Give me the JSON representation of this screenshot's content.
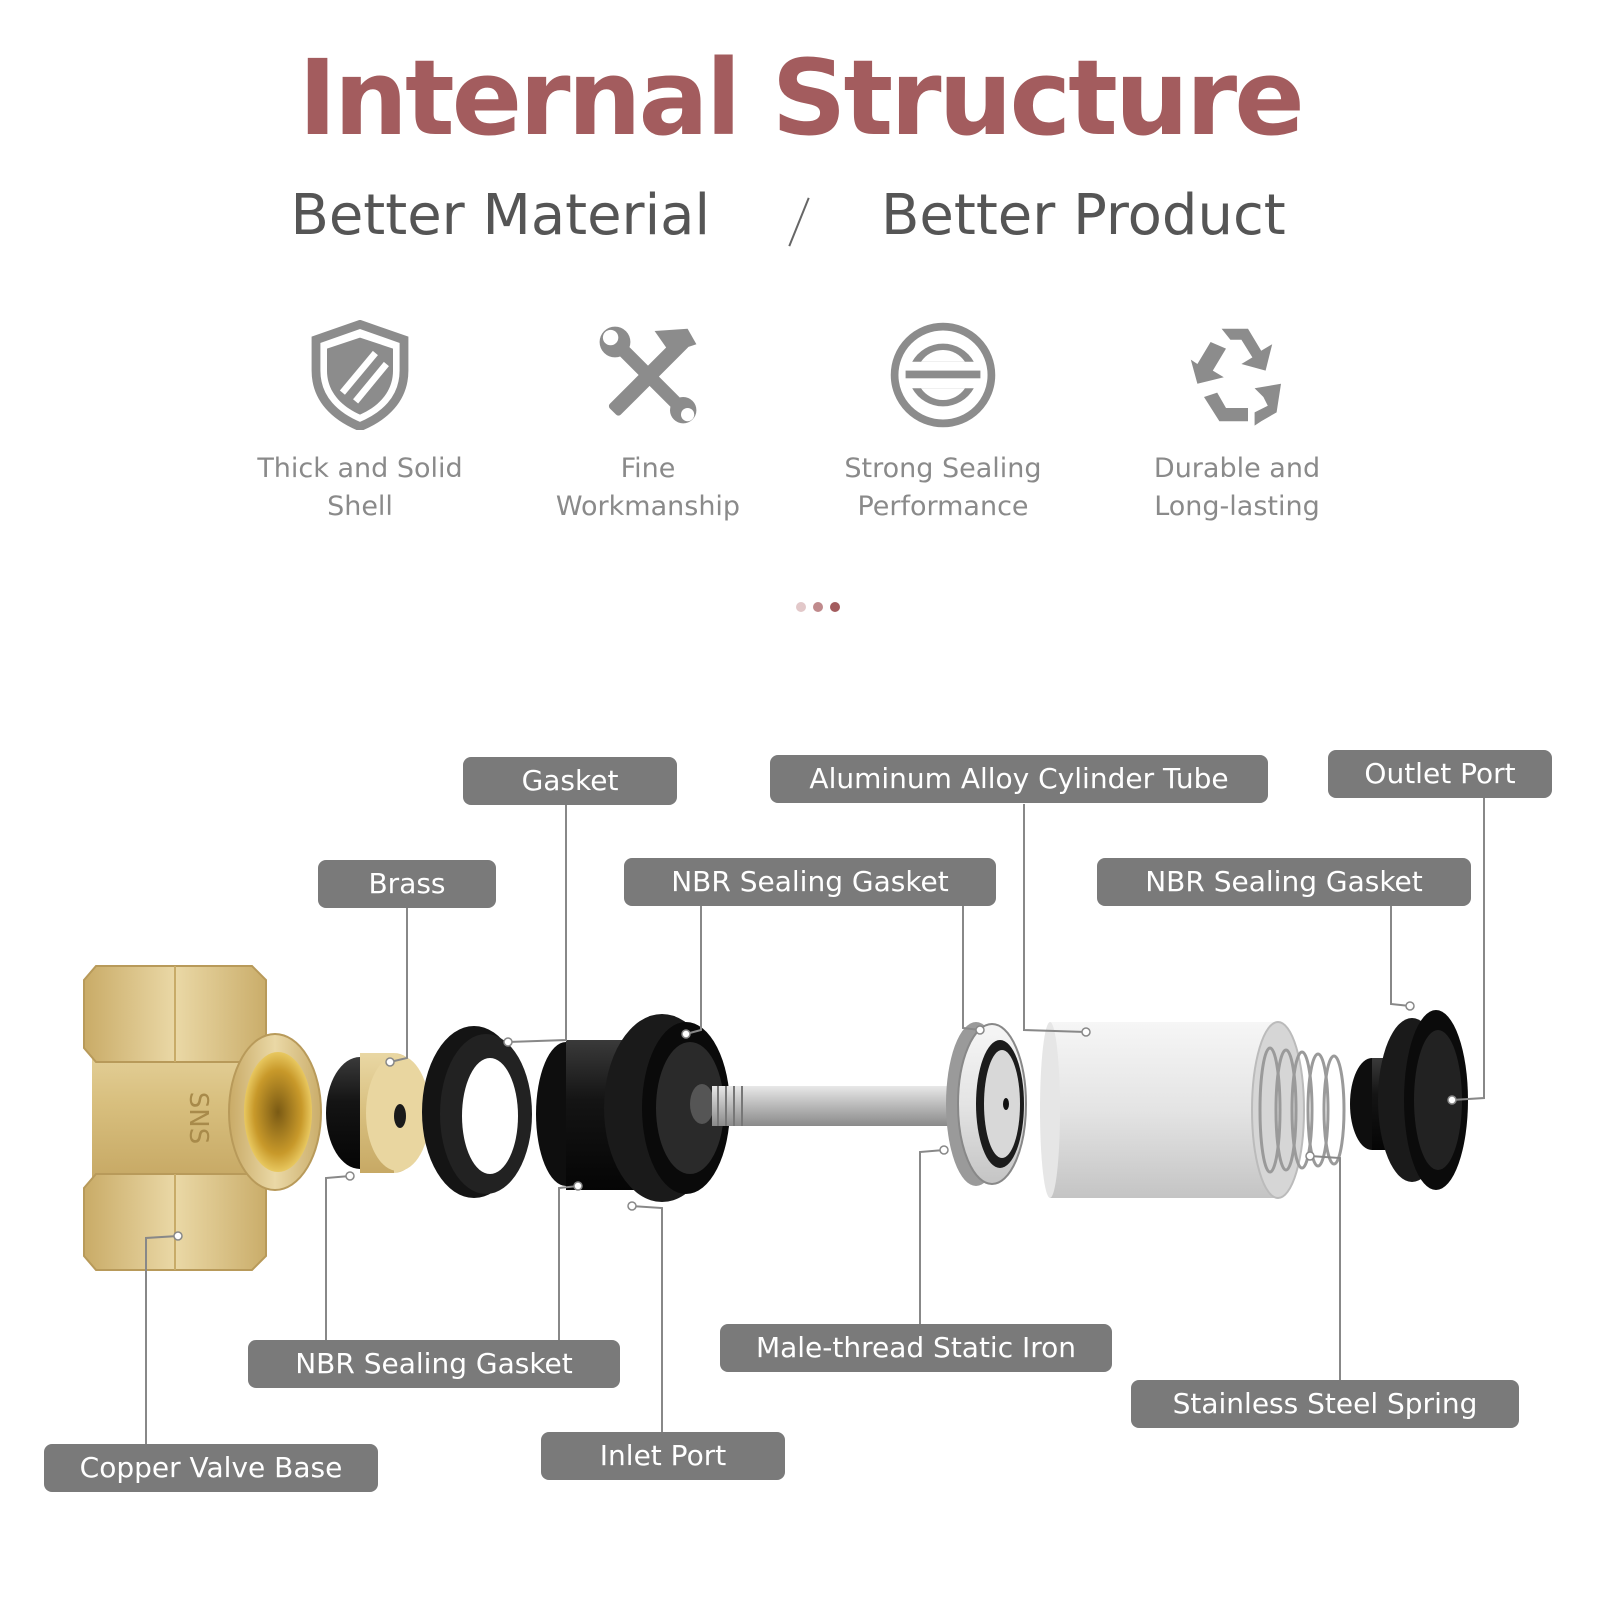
{
  "header": {
    "title": "Internal Structure",
    "subtitle_left": "Better Material",
    "subtitle_right": "Better Product"
  },
  "features": [
    {
      "line1": "Thick and Solid",
      "line2": "Shell",
      "icon": "shield-icon"
    },
    {
      "line1": "Fine",
      "line2": "Workmanship",
      "icon": "tools-icon"
    },
    {
      "line1": "Strong Sealing",
      "line2": "Performance",
      "icon": "seal-icon"
    },
    {
      "line1": "Durable and",
      "line2": "Long-lasting",
      "icon": "recycle-icon"
    }
  ],
  "parts": {
    "gasket": "Gasket",
    "aluminum_tube": "Aluminum Alloy Cylinder Tube",
    "outlet_port": "Outlet Port",
    "brass": "Brass",
    "nbr_gasket_mid": "NBR Sealing Gasket",
    "nbr_gasket_right": "NBR Sealing Gasket",
    "nbr_gasket_bottom": "NBR Sealing Gasket",
    "male_thread": "Male-thread Static Iron",
    "spring": "Stainless Steel Spring",
    "inlet_port": "Inlet Port",
    "copper_base": "Copper Valve Base"
  },
  "colors": {
    "title": "#a35c5e",
    "label_bg": "#7a7a7a",
    "icon": "#8c8c8c",
    "dots": [
      "#e2c8c9",
      "#c08a8c",
      "#a35c5e"
    ]
  }
}
